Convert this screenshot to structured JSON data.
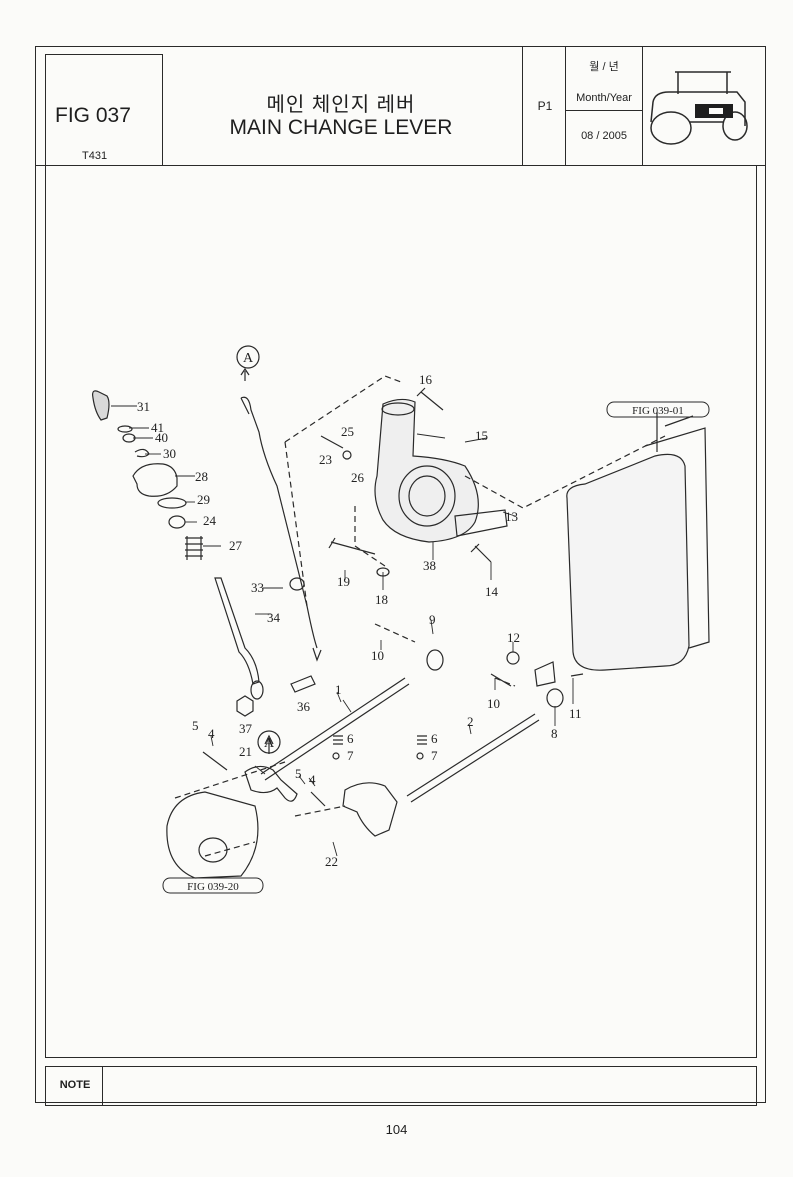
{
  "header": {
    "fig_number": "FIG 037",
    "model": "T431",
    "title_korean": "메인 체인지 레버",
    "title_english": "MAIN CHANGE LEVER",
    "page_code": "P1",
    "date_label_korean": "월 / 년",
    "date_label_english": "Month/Year",
    "date_value": "08 / 2005"
  },
  "diagram": {
    "callouts": [
      "16",
      "25",
      "23",
      "26",
      "15",
      "13",
      "38",
      "14",
      "19",
      "18",
      "9",
      "10",
      "12",
      "10",
      "11",
      "8",
      "31",
      "41",
      "40",
      "30",
      "28",
      "29",
      "24",
      "27",
      "33",
      "34",
      "36",
      "37",
      "1",
      "6",
      "7",
      "2",
      "6",
      "7",
      "5",
      "4",
      "21",
      "5",
      "4",
      "22"
    ],
    "markers": [
      "A",
      "A"
    ],
    "references": [
      "FIG 039-01",
      "FIG 039-20"
    ]
  },
  "footer": {
    "note_label": "NOTE",
    "page_number": "104"
  }
}
